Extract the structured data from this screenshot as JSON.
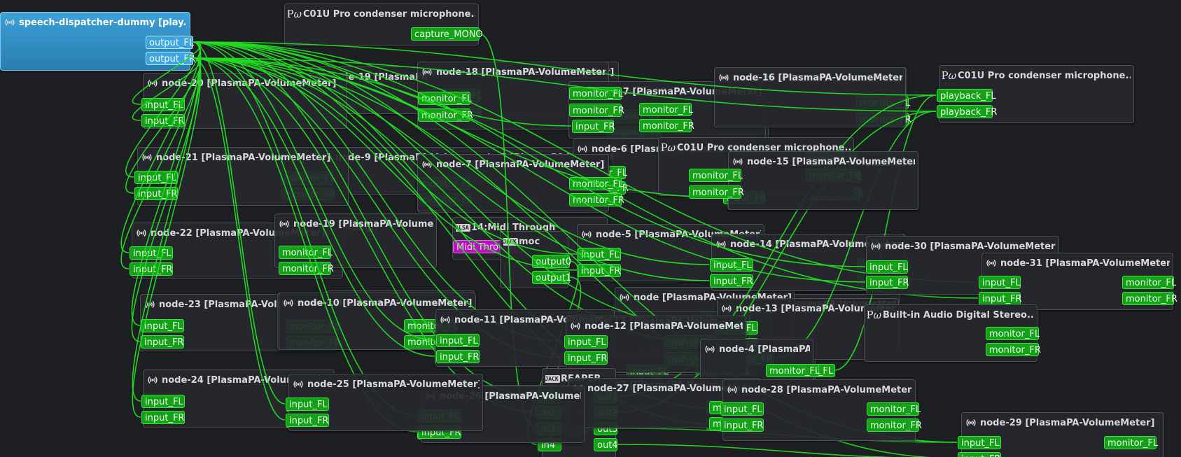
{
  "colors": {
    "background": "#1d1f23",
    "port": "#14a017",
    "wire": "#22dd22",
    "selected_node": "#2f8ec4"
  },
  "nodes": [
    {
      "id": "n19",
      "title": "node-19 [PlasmaPA-VolumeMeter]",
      "icon": "speaker-icon",
      "ports": [
        {
          "label": "monitor_FL",
          "dir": "out"
        },
        {
          "label": "monitor_FR",
          "dir": "out"
        }
      ]
    },
    {
      "id": "n9",
      "title": "node-9 [PlasmaPA-VolumeMeter]",
      "icon": "speaker-icon",
      "ports": [
        {
          "label": "monitor_FL",
          "dir": "out"
        },
        {
          "label": "monitor_FR",
          "dir": "out"
        }
      ]
    },
    {
      "id": "n10",
      "title": "node-10 [PlasmaPA-VolumeMeter]",
      "icon": "speaker-icon",
      "ports": [
        {
          "label": "monitor_FL",
          "dir": "out"
        },
        {
          "label": "monitor_FR",
          "dir": "out"
        }
      ]
    },
    {
      "id": "n8",
      "title": "node-8 [PlasmaPA-VolumeMeter]",
      "icon": "speaker-icon",
      "ports": [
        {
          "label": "monitor_FL",
          "dir": "out"
        },
        {
          "label": "monitor_FR",
          "dir": "out"
        }
      ]
    },
    {
      "id": "n7",
      "title": "node-7 [PlasmaPA-VolumeMeter]",
      "icon": "speaker-icon",
      "ports": [
        {
          "label": "monitor_FL",
          "dir": "out"
        },
        {
          "label": "monitor_FR",
          "dir": "out"
        }
      ]
    },
    {
      "id": "n17",
      "title": "node-17 [PlasmaPA-VolumeMeter]",
      "icon": "speaker-icon",
      "ports": [
        {
          "label": "monitor_FL",
          "dir": "out"
        },
        {
          "label": "monitor_FR",
          "dir": "out"
        }
      ]
    },
    {
      "id": "n6",
      "title": "node-6 [PlasmaPA-VolumeMeter]",
      "icon": "speaker-icon",
      "ports": [
        {
          "label": "monitor_FL",
          "dir": "out"
        },
        {
          "label": "monitor_FR",
          "dir": "out"
        }
      ]
    },
    {
      "id": "n16",
      "title": "node-16 [PlasmaPA-VolumeMeter]",
      "icon": "speaker-icon",
      "ports": [
        {
          "label": "monitor_FL",
          "dir": "out"
        },
        {
          "label": "monitor_FR",
          "dir": "out"
        }
      ]
    },
    {
      "id": "n15",
      "title": "node-15 [PlasmaPA-VolumeMeter]",
      "icon": "speaker-icon",
      "ports": [
        {
          "label": "monitor_FL",
          "dir": "out"
        },
        {
          "label": "monitor_FR",
          "dir": "out"
        }
      ]
    },
    {
      "id": "n14",
      "title": "node-14 [PlasmaPA-VolumeMeter]",
      "icon": "speaker-icon",
      "ports": [
        {
          "label": "monitor_FL",
          "dir": "out"
        },
        {
          "label": "monitor_FR",
          "dir": "out"
        }
      ]
    },
    {
      "id": "n13",
      "title": "node-13 [PlasmaPA-VolumeMeter]",
      "icon": "speaker-icon",
      "ports": [
        {
          "label": "monitor_FL",
          "dir": "out"
        },
        {
          "label": "monitor_FR",
          "dir": "out"
        }
      ]
    },
    {
      "id": "n4",
      "title": "node-4 [PlasmaPA-VolumeMeter]",
      "icon": "speaker-icon",
      "ports": [
        {
          "label": "input_FL",
          "dir": "in"
        },
        {
          "label": "monitor_FL",
          "dir": "out"
        }
      ]
    },
    {
      "id": "nplain",
      "title": "node [PlasmaPA-VolumeMeter]",
      "icon": "speaker-icon",
      "ports": [
        {
          "label": "monitor_FL",
          "dir": "out"
        },
        {
          "label": "monitor_FR",
          "dir": "out"
        }
      ]
    },
    {
      "id": "n12",
      "title": "node-12 [PlasmaPA-VolumeMeter]",
      "icon": "speaker-icon",
      "ports": [
        {
          "label": "input_FL",
          "dir": "in"
        },
        {
          "label": "input_FR",
          "dir": "in"
        },
        {
          "label": "monitor_FL",
          "dir": "out"
        },
        {
          "label": "monitor_FR",
          "dir": "out"
        }
      ]
    },
    {
      "id": "n11",
      "title": "node-11 [PlasmaPA-VolumeMeter]",
      "icon": "speaker-icon",
      "ports": [
        {
          "label": "input_FL",
          "dir": "in"
        },
        {
          "label": "input_FR",
          "dir": "in"
        }
      ]
    },
    {
      "id": "n27",
      "title": "node-27 [PlasmaPA-VolumeMeter]",
      "icon": "speaker-icon",
      "ports": [
        {
          "label": "input_FL",
          "dir": "in"
        },
        {
          "label": "input_FR",
          "dir": "in"
        },
        {
          "label": "monitor_FL",
          "dir": "out"
        },
        {
          "label": "monitor_FR",
          "dir": "out"
        }
      ]
    },
    {
      "id": "n26",
      "title": "node-26 [PlasmaPA-VolumeMeter]",
      "icon": "speaker-icon",
      "ports": [
        {
          "label": "input_FL",
          "dir": "in"
        },
        {
          "label": "input_FR",
          "dir": "in"
        },
        {
          "label": "monitor_FL",
          "dir": "out"
        },
        {
          "label": "monitor_FR",
          "dir": "out"
        }
      ]
    },
    {
      "id": "midi1",
      "title": "14:Midi Through",
      "icon": "alsa-logo",
      "ports": []
    },
    {
      "id": "midi2",
      "title": "14:Midi Through",
      "icon": "alsa-logo",
      "ports": [
        {
          "label": "Midi Through",
          "dir": "in",
          "color": "magenta"
        }
      ]
    },
    {
      "id": "moc",
      "title": "moc",
      "icon": "jack-logo",
      "ports": [
        {
          "label": "output0",
          "dir": "out"
        },
        {
          "label": "output1",
          "dir": "out"
        }
      ]
    },
    {
      "id": "pw1",
      "title": "C01U Pro condenser microphone...",
      "icon": "pipewire-logo",
      "ports": [
        {
          "label": "capture_MONO",
          "dir": "out"
        }
      ]
    },
    {
      "id": "sd",
      "title": "speech-dispatcher-dummy [play...",
      "icon": "speaker-icon",
      "selected": true,
      "ports": [
        {
          "label": "output_FL",
          "dir": "out",
          "color": "blue"
        },
        {
          "label": "output_FR",
          "dir": "out",
          "color": "blue"
        }
      ]
    },
    {
      "id": "n20",
      "title": "node-20 [PlasmaPA-VolumeMeter]",
      "icon": "speaker-icon",
      "ports": [
        {
          "label": "input_FL",
          "dir": "in"
        },
        {
          "label": "input_FR",
          "dir": "in"
        }
      ]
    },
    {
      "id": "n21",
      "title": "node-21 [PlasmaPA-VolumeMeter]",
      "icon": "speaker-icon",
      "ports": [
        {
          "label": "input_FL",
          "dir": "in"
        },
        {
          "label": "input_FR",
          "dir": "in"
        }
      ]
    },
    {
      "id": "n22",
      "title": "node-22 [PlasmaPA-VolumeMeter]",
      "icon": "speaker-icon",
      "ports": [
        {
          "label": "input_FL",
          "dir": "in"
        },
        {
          "label": "input_FR",
          "dir": "in"
        }
      ]
    },
    {
      "id": "n23",
      "title": "node-23 [PlasmaPA-VolumeMeter]",
      "icon": "speaker-icon",
      "ports": [
        {
          "label": "input_FL",
          "dir": "in"
        },
        {
          "label": "input_FR",
          "dir": "in"
        }
      ]
    },
    {
      "id": "n24",
      "title": "node-24 [PlasmaPA-VolumeMeter]",
      "icon": "speaker-icon",
      "ports": [
        {
          "label": "input_FL",
          "dir": "in"
        },
        {
          "label": "input_FR",
          "dir": "in"
        }
      ]
    },
    {
      "id": "n25",
      "title": "node-25 [PlasmaPA-VolumeMeter]",
      "icon": "speaker-icon",
      "ports": [
        {
          "label": "input_FL",
          "dir": "in"
        },
        {
          "label": "input_FR",
          "dir": "in"
        }
      ]
    },
    {
      "id": "n18",
      "title": "node-18 [PlasmaPA-VolumeMeter]",
      "icon": "speaker-icon",
      "ports": [
        {
          "label": "monitor_FL",
          "dir": "out"
        },
        {
          "label": "monitor_FR",
          "dir": "out"
        }
      ]
    },
    {
      "id": "n17b",
      "title": "node-17 [PlasmaPA-VolumeMeter]",
      "icon": "speaker-icon",
      "ports": [
        {
          "label": "monitor_FL",
          "dir": "out"
        },
        {
          "label": "monitor_FR",
          "dir": "out"
        },
        {
          "label": "input_FR",
          "dir": "in"
        }
      ]
    },
    {
      "id": "n8b",
      "title": "node-8 [PlasmaPA-VolumeMeter]",
      "icon": "speaker-icon",
      "ports": [
        {
          "label": "monitor_FL",
          "dir": "out"
        },
        {
          "label": "monitor_FR",
          "dir": "out"
        }
      ]
    },
    {
      "id": "n7b",
      "title": "node-7 [PlasmaPA-VolumeMeter]",
      "icon": "speaker-icon",
      "ports": [
        {
          "label": "monitor_FL",
          "dir": "out"
        },
        {
          "label": "monitor_FR",
          "dir": "out"
        }
      ]
    },
    {
      "id": "n19b",
      "title": "node-19 [PlasmaPA-VolumeMeter]",
      "icon": "speaker-icon",
      "ports": [
        {
          "label": "monitor_FL",
          "dir": "out"
        },
        {
          "label": "monitor_FR",
          "dir": "out"
        }
      ]
    },
    {
      "id": "n9b",
      "title": "node-9 [PlasmaPA-VolumeMeter]",
      "icon": "speaker-icon",
      "ports": [
        {
          "label": "monitor_FL",
          "dir": "out"
        },
        {
          "label": "monitor_FR",
          "dir": "out"
        }
      ]
    },
    {
      "id": "n10b",
      "title": "node-10 [PlasmaPA-VolumeMeter]",
      "icon": "speaker-icon",
      "ports": [
        {
          "label": "monitor_FL",
          "dir": "out"
        },
        {
          "label": "monitor_FR",
          "dir": "out"
        }
      ]
    },
    {
      "id": "pw2",
      "title": "C01U Pro condenser microphone...",
      "icon": "pipewire-logo",
      "ports": [
        {
          "label": "monitor_FL",
          "dir": "out"
        },
        {
          "label": "monitor_FR",
          "dir": "out"
        },
        {
          "label": "input_FR",
          "dir": "in"
        }
      ]
    },
    {
      "id": "n5",
      "title": "node-5 [PlasmaPA-VolumeMeter]",
      "icon": "speaker-icon",
      "ports": [
        {
          "label": "input_FL",
          "dir": "in"
        },
        {
          "label": "input_FR",
          "dir": "in"
        }
      ]
    },
    {
      "id": "n14b",
      "title": "node-14 [PlasmaPA-VolumeMeter]",
      "icon": "speaker-icon",
      "ports": [
        {
          "label": "input_FL",
          "dir": "in"
        },
        {
          "label": "input_FR",
          "dir": "in"
        }
      ]
    },
    {
      "id": "n13b",
      "title": "node-13 [PlasmaPA-VolumeMeter]",
      "icon": "speaker-icon",
      "ports": [
        {
          "label": "input_FL",
          "dir": "in"
        },
        {
          "label": "input_FR",
          "dir": "in"
        },
        {
          "label": "monitor_FR",
          "dir": "out"
        },
        {
          "label": "monitor_FL",
          "dir": "out"
        }
      ]
    },
    {
      "id": "n16b",
      "title": "node-16 [PlasmaPA-VolumeMeter]",
      "icon": "speaker-icon",
      "ports": [
        {
          "label": "monitor_FL",
          "dir": "out"
        },
        {
          "label": "monitor_FR",
          "dir": "out"
        }
      ]
    },
    {
      "id": "n15b",
      "title": "node-15 [PlasmaPA-VolumeMeter]",
      "icon": "speaker-icon",
      "ports": [
        {
          "label": "monitor_FL",
          "dir": "out"
        },
        {
          "label": "monitor_FR",
          "dir": "out"
        }
      ]
    },
    {
      "id": "pw3",
      "title": "C01U Pro condenser microphone...",
      "icon": "pipewire-logo",
      "ports": [
        {
          "label": "playback_FL",
          "dir": "in"
        },
        {
          "label": "playback_FR",
          "dir": "in"
        }
      ]
    },
    {
      "id": "n30",
      "title": "node-30 [PlasmaPA-VolumeMeter]",
      "icon": "speaker-icon",
      "ports": [
        {
          "label": "input_FL",
          "dir": "in"
        },
        {
          "label": "input_FR",
          "dir": "in"
        }
      ]
    },
    {
      "id": "n31",
      "title": "node-31 [PlasmaPA-VolumeMeter]",
      "icon": "speaker-icon",
      "ports": [
        {
          "label": "input_FL",
          "dir": "in"
        },
        {
          "label": "input_FR",
          "dir": "in"
        },
        {
          "label": "monitor_FL",
          "dir": "out"
        },
        {
          "label": "monitor_FR",
          "dir": "out"
        }
      ]
    },
    {
      "id": "builtin",
      "title": "Built-in Audio Digital Stereo...",
      "icon": "pipewire-logo",
      "ports": [
        {
          "label": "monitor_FL",
          "dir": "out"
        },
        {
          "label": "monitor_FR",
          "dir": "out"
        }
      ]
    },
    {
      "id": "n11b",
      "title": "node-11 [PlasmaPA-VolumeMeter]",
      "icon": "speaker-icon",
      "ports": [
        {
          "label": "input_FL",
          "dir": "in"
        },
        {
          "label": "input_FR",
          "dir": "in"
        }
      ]
    },
    {
      "id": "n12b",
      "title": "node-12 [PlasmaPA-VolumeMeter]",
      "icon": "speaker-icon",
      "ports": [
        {
          "label": "input_FL",
          "dir": "in"
        },
        {
          "label": "input_FR",
          "dir": "in"
        }
      ]
    },
    {
      "id": "n4b",
      "title": "node-4 [PlasmaPA-VolumeMeter]",
      "icon": "speaker-icon",
      "ports": [
        {
          "label": "monitor_FL",
          "dir": "out"
        }
      ]
    },
    {
      "id": "reaper",
      "title": "REAPER",
      "icon": "jack-logo",
      "ports": [
        {
          "label": "in1",
          "dir": "in"
        },
        {
          "label": "in2",
          "dir": "in"
        },
        {
          "label": "in3",
          "dir": "in"
        },
        {
          "label": "in4",
          "dir": "in"
        },
        {
          "label": "out1",
          "dir": "out"
        },
        {
          "label": "out2",
          "dir": "out"
        },
        {
          "label": "out3",
          "dir": "out"
        },
        {
          "label": "out4",
          "dir": "out"
        }
      ]
    },
    {
      "id": "n27b",
      "title": "node-27 [PlasmaPA-VolumeMeter]",
      "icon": "speaker-icon",
      "ports": [
        {
          "label": "monitor_FL",
          "dir": "out"
        },
        {
          "label": "monitor_FR",
          "dir": "out"
        }
      ]
    },
    {
      "id": "n28",
      "title": "node-28 [PlasmaPA-VolumeMeter]",
      "icon": "speaker-icon",
      "ports": [
        {
          "label": "input_FL",
          "dir": "in"
        },
        {
          "label": "input_FR",
          "dir": "in"
        },
        {
          "label": "monitor_FL",
          "dir": "out"
        },
        {
          "label": "monitor_FR",
          "dir": "out"
        }
      ]
    },
    {
      "id": "n29",
      "title": "node-29 [PlasmaPA-VolumeMeter]",
      "icon": "speaker-icon",
      "ports": [
        {
          "label": "input_FL",
          "dir": "in"
        },
        {
          "label": "input_FR",
          "dir": "in"
        },
        {
          "label": "monitor_FL",
          "dir": "out"
        }
      ]
    },
    {
      "id": "n26b",
      "title": "node-26 [PlasmaPA-VolumeMeter]",
      "icon": "speaker-icon",
      "ports": [
        {
          "label": "input_FL",
          "dir": "in"
        },
        {
          "label": "input_FR",
          "dir": "in"
        }
      ]
    },
    {
      "id": "n25b",
      "title": "node-25 [PlasmaPA-VolumeMeter]",
      "icon": "speaker-icon",
      "ports": [
        {
          "label": "input_FL",
          "dir": "in"
        },
        {
          "label": "input_FR",
          "dir": "in"
        }
      ]
    }
  ],
  "links": [
    [
      "sd.0",
      "n20.0"
    ],
    [
      "sd.1",
      "n20.1"
    ],
    [
      "sd.0",
      "n21.0"
    ],
    [
      "sd.1",
      "n21.1"
    ],
    [
      "sd.0",
      "n22.0"
    ],
    [
      "sd.1",
      "n22.1"
    ],
    [
      "sd.0",
      "n23.0"
    ],
    [
      "sd.1",
      "n23.1"
    ],
    [
      "sd.0",
      "n24.0"
    ],
    [
      "sd.1",
      "n24.1"
    ],
    [
      "sd.0",
      "n25b.0"
    ],
    [
      "sd.1",
      "n25b.1"
    ],
    [
      "sd.0",
      "n26b.0"
    ],
    [
      "sd.1",
      "n26b.1"
    ],
    [
      "sd.0",
      "n11b.0"
    ],
    [
      "sd.1",
      "n11b.1"
    ],
    [
      "sd.0",
      "n12b.0"
    ],
    [
      "sd.1",
      "n12b.1"
    ],
    [
      "sd.0",
      "n5.0"
    ],
    [
      "sd.1",
      "n5.1"
    ],
    [
      "sd.0",
      "n14b.0"
    ],
    [
      "sd.1",
      "n14b.1"
    ],
    [
      "sd.0",
      "n13b.0"
    ],
    [
      "sd.1",
      "n13b.1"
    ],
    [
      "sd.0",
      "n30.0"
    ],
    [
      "sd.1",
      "n30.1"
    ],
    [
      "sd.0",
      "n31.0"
    ],
    [
      "sd.1",
      "n31.1"
    ],
    [
      "sd.0",
      "n28.0"
    ],
    [
      "sd.1",
      "n28.1"
    ],
    [
      "sd.0",
      "n29.0"
    ],
    [
      "sd.1",
      "n29.1"
    ],
    [
      "sd.0",
      "pw3.0"
    ],
    [
      "sd.1",
      "pw3.1"
    ],
    [
      "sd.0",
      "n17b.2"
    ],
    [
      "sd.1",
      "pw2.2"
    ],
    [
      "sd.0",
      "reaper.0"
    ],
    [
      "sd.1",
      "reaper.1"
    ],
    [
      "pw1.0",
      "reaper.2"
    ],
    [
      "moc.0",
      "reaper.3"
    ],
    [
      "moc.1",
      "n27.0"
    ],
    [
      "reaper.4",
      "pw3.0"
    ],
    [
      "reaper.5",
      "pw3.1"
    ],
    [
      "reaper.6",
      "n29.0"
    ],
    [
      "reaper.7",
      "n29.1"
    ],
    [
      "n13b.2",
      "pw3.1"
    ],
    [
      "n13b.3",
      "pw3.0"
    ]
  ]
}
